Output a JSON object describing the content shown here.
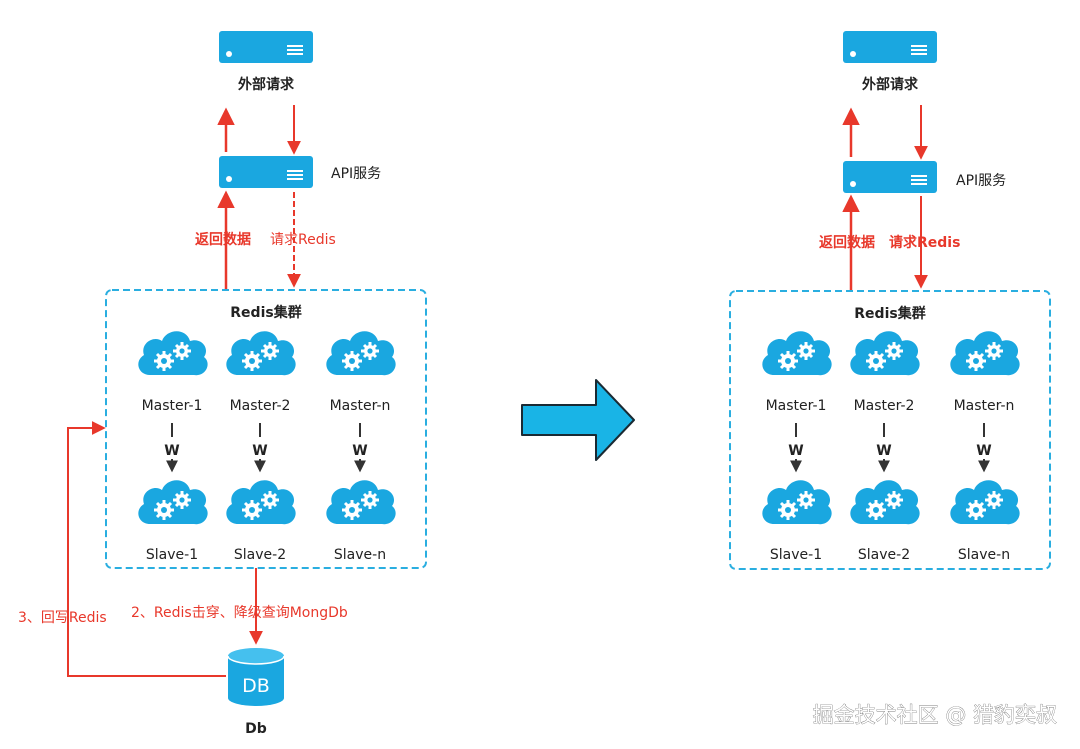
{
  "left": {
    "external": "外部请求",
    "api": "API服务",
    "return_label": "返回数据",
    "request_label": "请求Redis",
    "cluster_title": "Redis集群",
    "masters": [
      "Master-1",
      "Master-2",
      "Master-n"
    ],
    "slaves": [
      "Slave-1",
      "Slave-2",
      "Slave-n"
    ],
    "w_label": "W",
    "writeback_label": "3、回写Redis",
    "fallback_label": "2、Redis击穿、降级查询MongDb",
    "db_icon_text": "DB",
    "db_label": "Db"
  },
  "right": {
    "external": "外部请求",
    "api": "API服务",
    "return_label": "返回数据",
    "request_label": "请求Redis",
    "cluster_title": "Redis集群",
    "masters": [
      "Master-1",
      "Master-2",
      "Master-n"
    ],
    "slaves": [
      "Slave-1",
      "Slave-2",
      "Slave-n"
    ],
    "w_label": "W"
  },
  "watermark": "掘金技术社区 @ 猎豹奕叔",
  "colors": {
    "server": "#1aa7e0",
    "cloud": "#1aa7e0",
    "arrow_red": "#e8382b",
    "cluster_border": "#2aaee0",
    "big_arrow": "#19b4e6"
  }
}
